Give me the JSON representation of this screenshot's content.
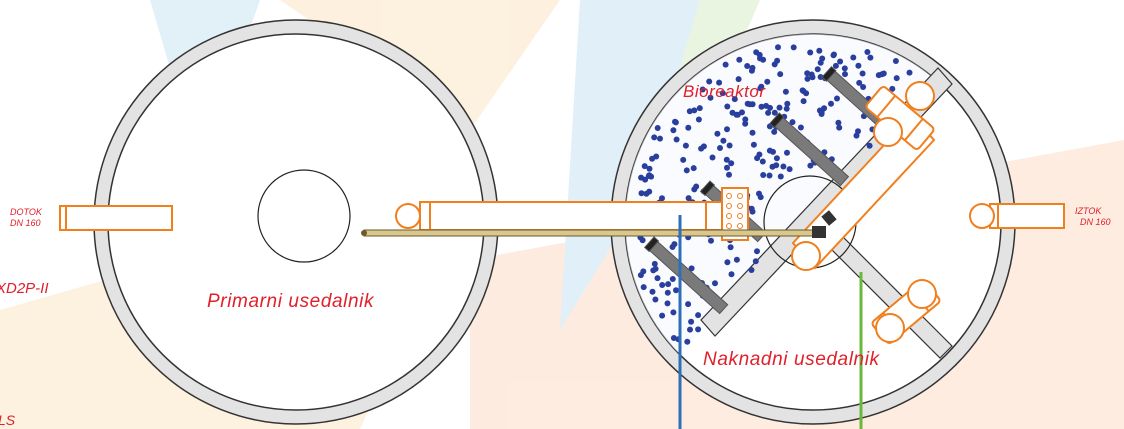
{
  "labels": {
    "inlet_line1": "DOTOK",
    "inlet_line2": "DN 160",
    "outlet_line1": "IZTOK",
    "outlet_line2": "DN 160",
    "model": "XD2P-II",
    "corner": "LS",
    "primary_tank": "Primarni usedalnik",
    "bioreactor": "Bioreaktor",
    "secondary_tank": "Naknadni usedalnik"
  },
  "colors": {
    "label_text": "#e0202a",
    "pipe_orange": "#f07f1e",
    "media_dots": "#2a3f9d",
    "tank_wall": "#333333",
    "tank_wall_fill": "#e3e3e3",
    "aerator": "#6e6e6e",
    "blue_line": "#2d6fb8",
    "green_line": "#6ab93c",
    "transfer_pipe": "#c9b57a"
  }
}
